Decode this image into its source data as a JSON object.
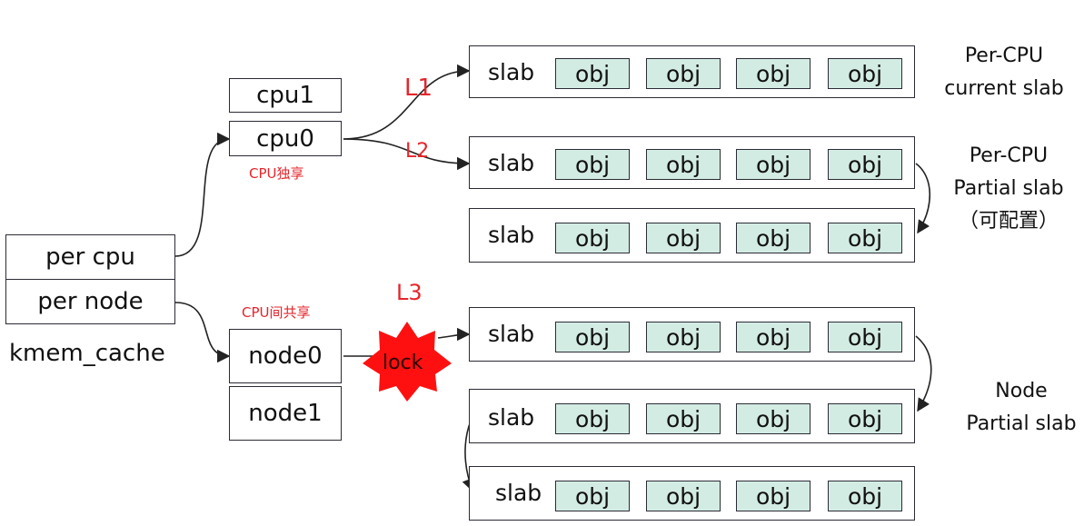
{
  "kmem_cache": {
    "label": "kmem_cache",
    "fields": {
      "per_cpu": "per cpu",
      "per_node": "per node"
    }
  },
  "cpus": {
    "cpu1": "cpu1",
    "cpu0": "cpu0",
    "note": "CPU独享"
  },
  "nodes": {
    "node0": "node0",
    "node1": "node1",
    "note": "CPU间共享"
  },
  "links": {
    "l1": "L1",
    "l2": "L2",
    "l3": "L3",
    "lock": "lock"
  },
  "slab_label": "slab",
  "obj_label": "obj",
  "slab_rows": [
    {
      "label": "slab",
      "objs": [
        "obj",
        "obj",
        "obj",
        "obj"
      ]
    },
    {
      "label": "slab",
      "objs": [
        "obj",
        "obj",
        "obj",
        "obj"
      ]
    },
    {
      "label": "slab",
      "objs": [
        "obj",
        "obj",
        "obj",
        "obj"
      ]
    },
    {
      "label": "slab",
      "objs": [
        "obj",
        "obj",
        "obj",
        "obj"
      ]
    },
    {
      "label": "slab",
      "objs": [
        "obj",
        "obj",
        "obj",
        "obj"
      ]
    },
    {
      "label": "slab",
      "objs": [
        "obj",
        "obj",
        "obj",
        "obj"
      ]
    }
  ],
  "side_labels": {
    "current": [
      "Per-CPU",
      "current slab"
    ],
    "partial": [
      "Per-CPU",
      "Partial slab",
      "（可配置）"
    ],
    "node": [
      "Node",
      "Partial slab"
    ]
  },
  "colors": {
    "accent_red": "#e5252b",
    "obj_fill": "#d3ece3",
    "border": "#2b2b35"
  }
}
